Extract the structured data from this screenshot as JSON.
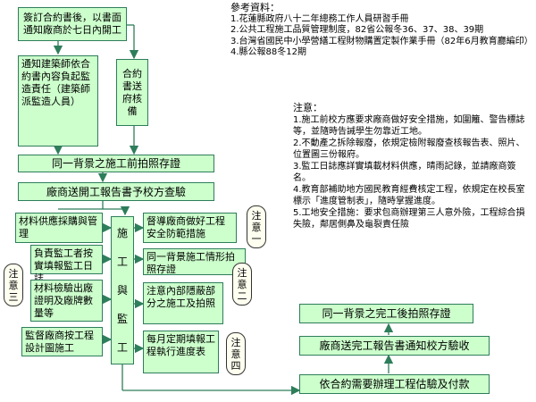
{
  "boxes": {
    "contract_sign": "簽訂合約書後，以書面通知廠商於七日內開工",
    "notify_architect": "通知建築師依合約書內容負起監造責任（建築師派監造人員）",
    "contract_send": "合約書送府核備",
    "photo_before": "同一背景之施工前拍照存證",
    "report_start": "廠商送開工報告書予校方查驗",
    "material_supply": "材料供應採購與管理",
    "supervisor": "負責監工者按實填報監工日誌",
    "material_check": "材料檢驗出廠證明及廠牌數量等",
    "supervise_drawings": "監督廠商按工程設計圖施工",
    "construction": [
      "施",
      "工",
      "與",
      "監",
      "工"
    ],
    "safety": "督導廠商做好工程安全防範措施",
    "photo_progress": "同一背景施工情形拍照存證",
    "hidden_parts": "注意內部隱蔽部分之施工及拍照",
    "monthly_report": "每月定期填報工程執行進度表",
    "photo_after": "同一背景之完工後拍照存證",
    "report_finish": "廠商送完工報告書通知校方驗收",
    "payment": "依合約需要辦理工程估驗及付款"
  },
  "notes": {
    "n1": "注意一",
    "n2": "注意二",
    "n3": "注意三",
    "n4": "注意四"
  },
  "references": {
    "title": "參考資料：",
    "items": [
      "1.花蓮縣政府八十二年總務工作人員研習手冊",
      "2.公共工程施工品質管理制度，82省公報冬36、37、38、39期",
      "3.台灣省國民中小學營繕工程財物購置定製作業手冊（82年6月教育廳編印）",
      "4.縣公報88冬12期"
    ]
  },
  "attention": {
    "title": "注意：",
    "items": [
      "1.施工前校方應要求廠商做好安全措施，如圍籬、警告標誌等，並隨時告誡學生勿靠近工地。",
      "2.不動產之拆除報廢，依規定檢附報廢查核報告表、照片、位置圖三份報府。",
      "3.監工日誌應詳實填載材料供應，晴雨記錄，並請廠商簽名。",
      "4.教育部補助地方國民教育經費核定工程，依規定在校長室標示「進度管制表」，隨時掌握進度。",
      "5.工地安全措施：要求包商辦理第三人意外險，工程綜合損失險，鄰居側鼻及龜裂責任險"
    ]
  }
}
